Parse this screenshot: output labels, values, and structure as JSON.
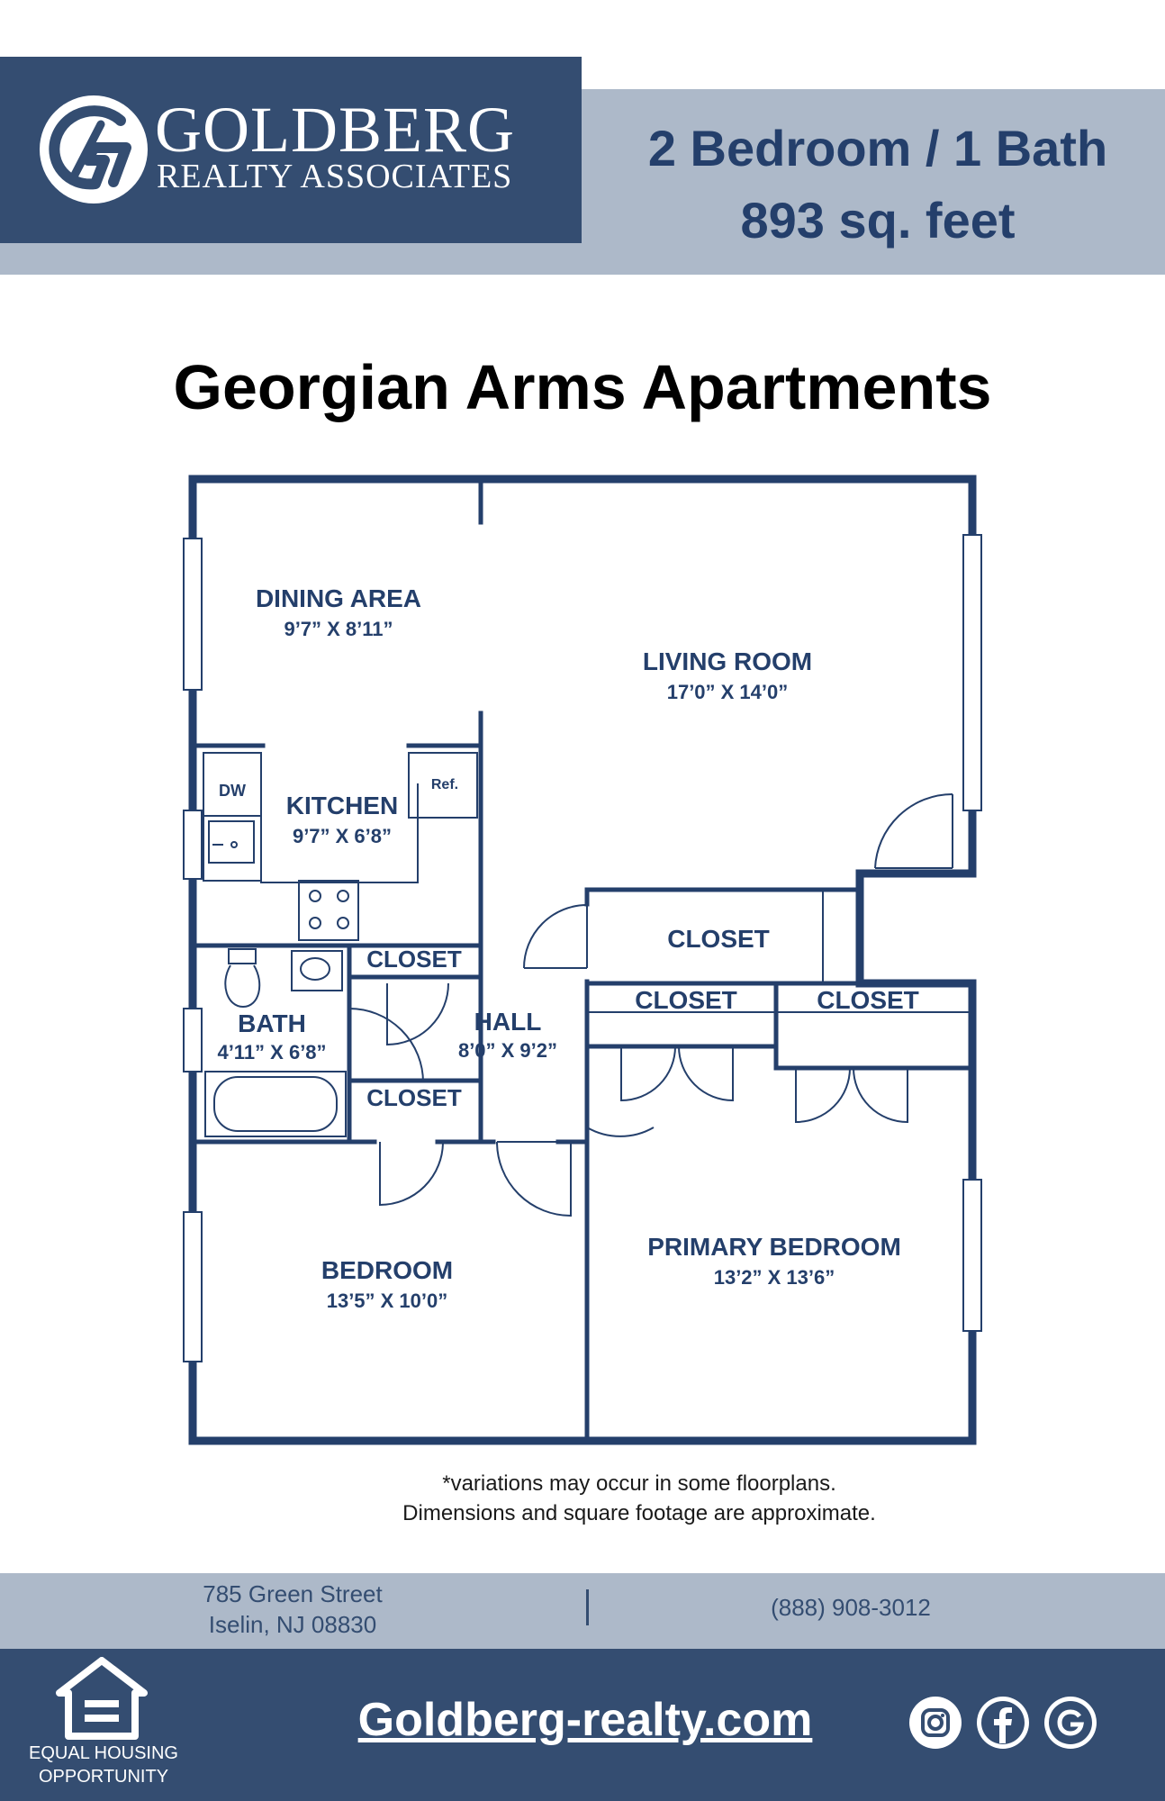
{
  "header": {
    "brand_name": "GOLDBERG",
    "brand_subtitle": "REALTY ASSOCIATES",
    "unit_type": "2 Bedroom / 1 Bath",
    "unit_size": "893 sq. feet"
  },
  "title": "Georgian Arms Apartments",
  "colors": {
    "brand_navy": "#344d71",
    "label_navy": "#243f6b",
    "band_gray_blue": "#adb9c9"
  },
  "rooms": {
    "dining": {
      "name": "DINING AREA",
      "dims": "9’7” X 8’11”"
    },
    "living": {
      "name": "LIVING ROOM",
      "dims": "17’0” X 14’0”"
    },
    "kitchen": {
      "name": "KITCHEN",
      "dims": "9’7” X 6’8”"
    },
    "bath": {
      "name": "BATH",
      "dims": "4’11” X 6’8”"
    },
    "hall": {
      "name": "HALL",
      "dims": "8’0” X 9’2”"
    },
    "bedroom": {
      "name": "BEDROOM",
      "dims": "13’5” X 10’0”"
    },
    "primary_bedroom": {
      "name": "PRIMARY BEDROOM",
      "dims": "13’2” X 13’6”"
    },
    "closet_label": "CLOSET",
    "dishwasher_label": "DW",
    "refrigerator_label": "Ref."
  },
  "disclaimer": {
    "line1": "*variations may occur in some floorplans.",
    "line2": "Dimensions and square footage are approximate."
  },
  "footer": {
    "address_line1": "785 Green Street",
    "address_line2": "Iselin, NJ 08830",
    "phone": "(888) 908-3012",
    "eho_line1": "EQUAL HOUSING",
    "eho_line2": "OPPORTUNITY",
    "website": "Goldberg-realty.com"
  },
  "icons": [
    "goldberg-logo-icon",
    "equal-housing-icon",
    "instagram-icon",
    "facebook-icon",
    "google-icon"
  ]
}
